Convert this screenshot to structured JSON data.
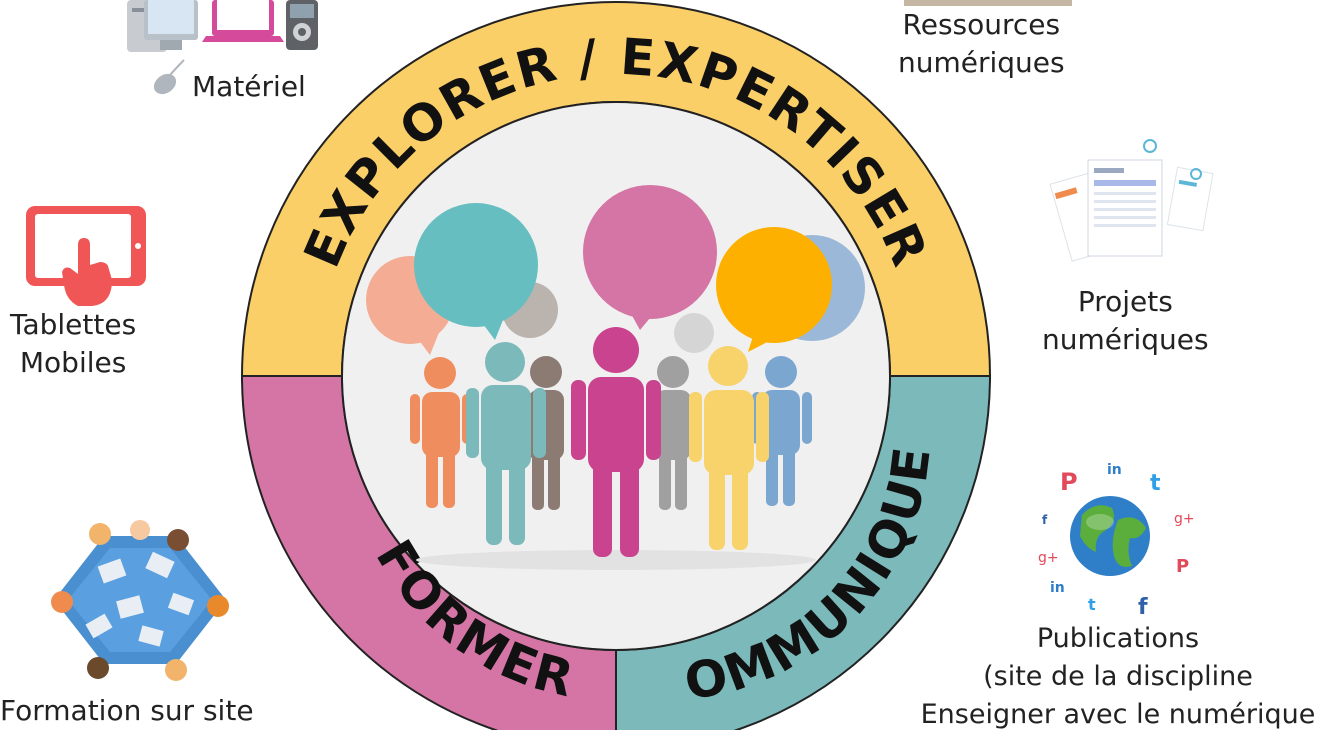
{
  "ring": {
    "top_label": "EXPLORER / EXPERTISER",
    "left_label": "FORMER",
    "right_label": "COMMUNIQUER",
    "colors": {
      "top": "#fbcf67",
      "left": "#d575a5",
      "right": "#7cb9bb",
      "center": "#f0f0f0"
    }
  },
  "items": [
    {
      "id": "materiel",
      "icon": "computer-hardware-icon",
      "lines": [
        "Matériel"
      ]
    },
    {
      "id": "ressources",
      "icon": "book-icon",
      "lines": [
        "Ressources",
        "numériques"
      ]
    },
    {
      "id": "tablettes",
      "icon": "tablet-touch-icon",
      "lines": [
        "Tablettes",
        "Mobiles"
      ]
    },
    {
      "id": "projets",
      "icon": "documents-icon",
      "lines": [
        "Projets",
        "numériques"
      ]
    },
    {
      "id": "formation",
      "icon": "meeting-table-icon",
      "lines": [
        "Formation sur site"
      ]
    },
    {
      "id": "publications",
      "icon": "globe-social-icon",
      "lines": [
        "Publications",
        "(site de la discipline",
        "Enseigner avec le numérique"
      ]
    }
  ],
  "center": {
    "icon": "people-speech-bubbles-icon"
  }
}
